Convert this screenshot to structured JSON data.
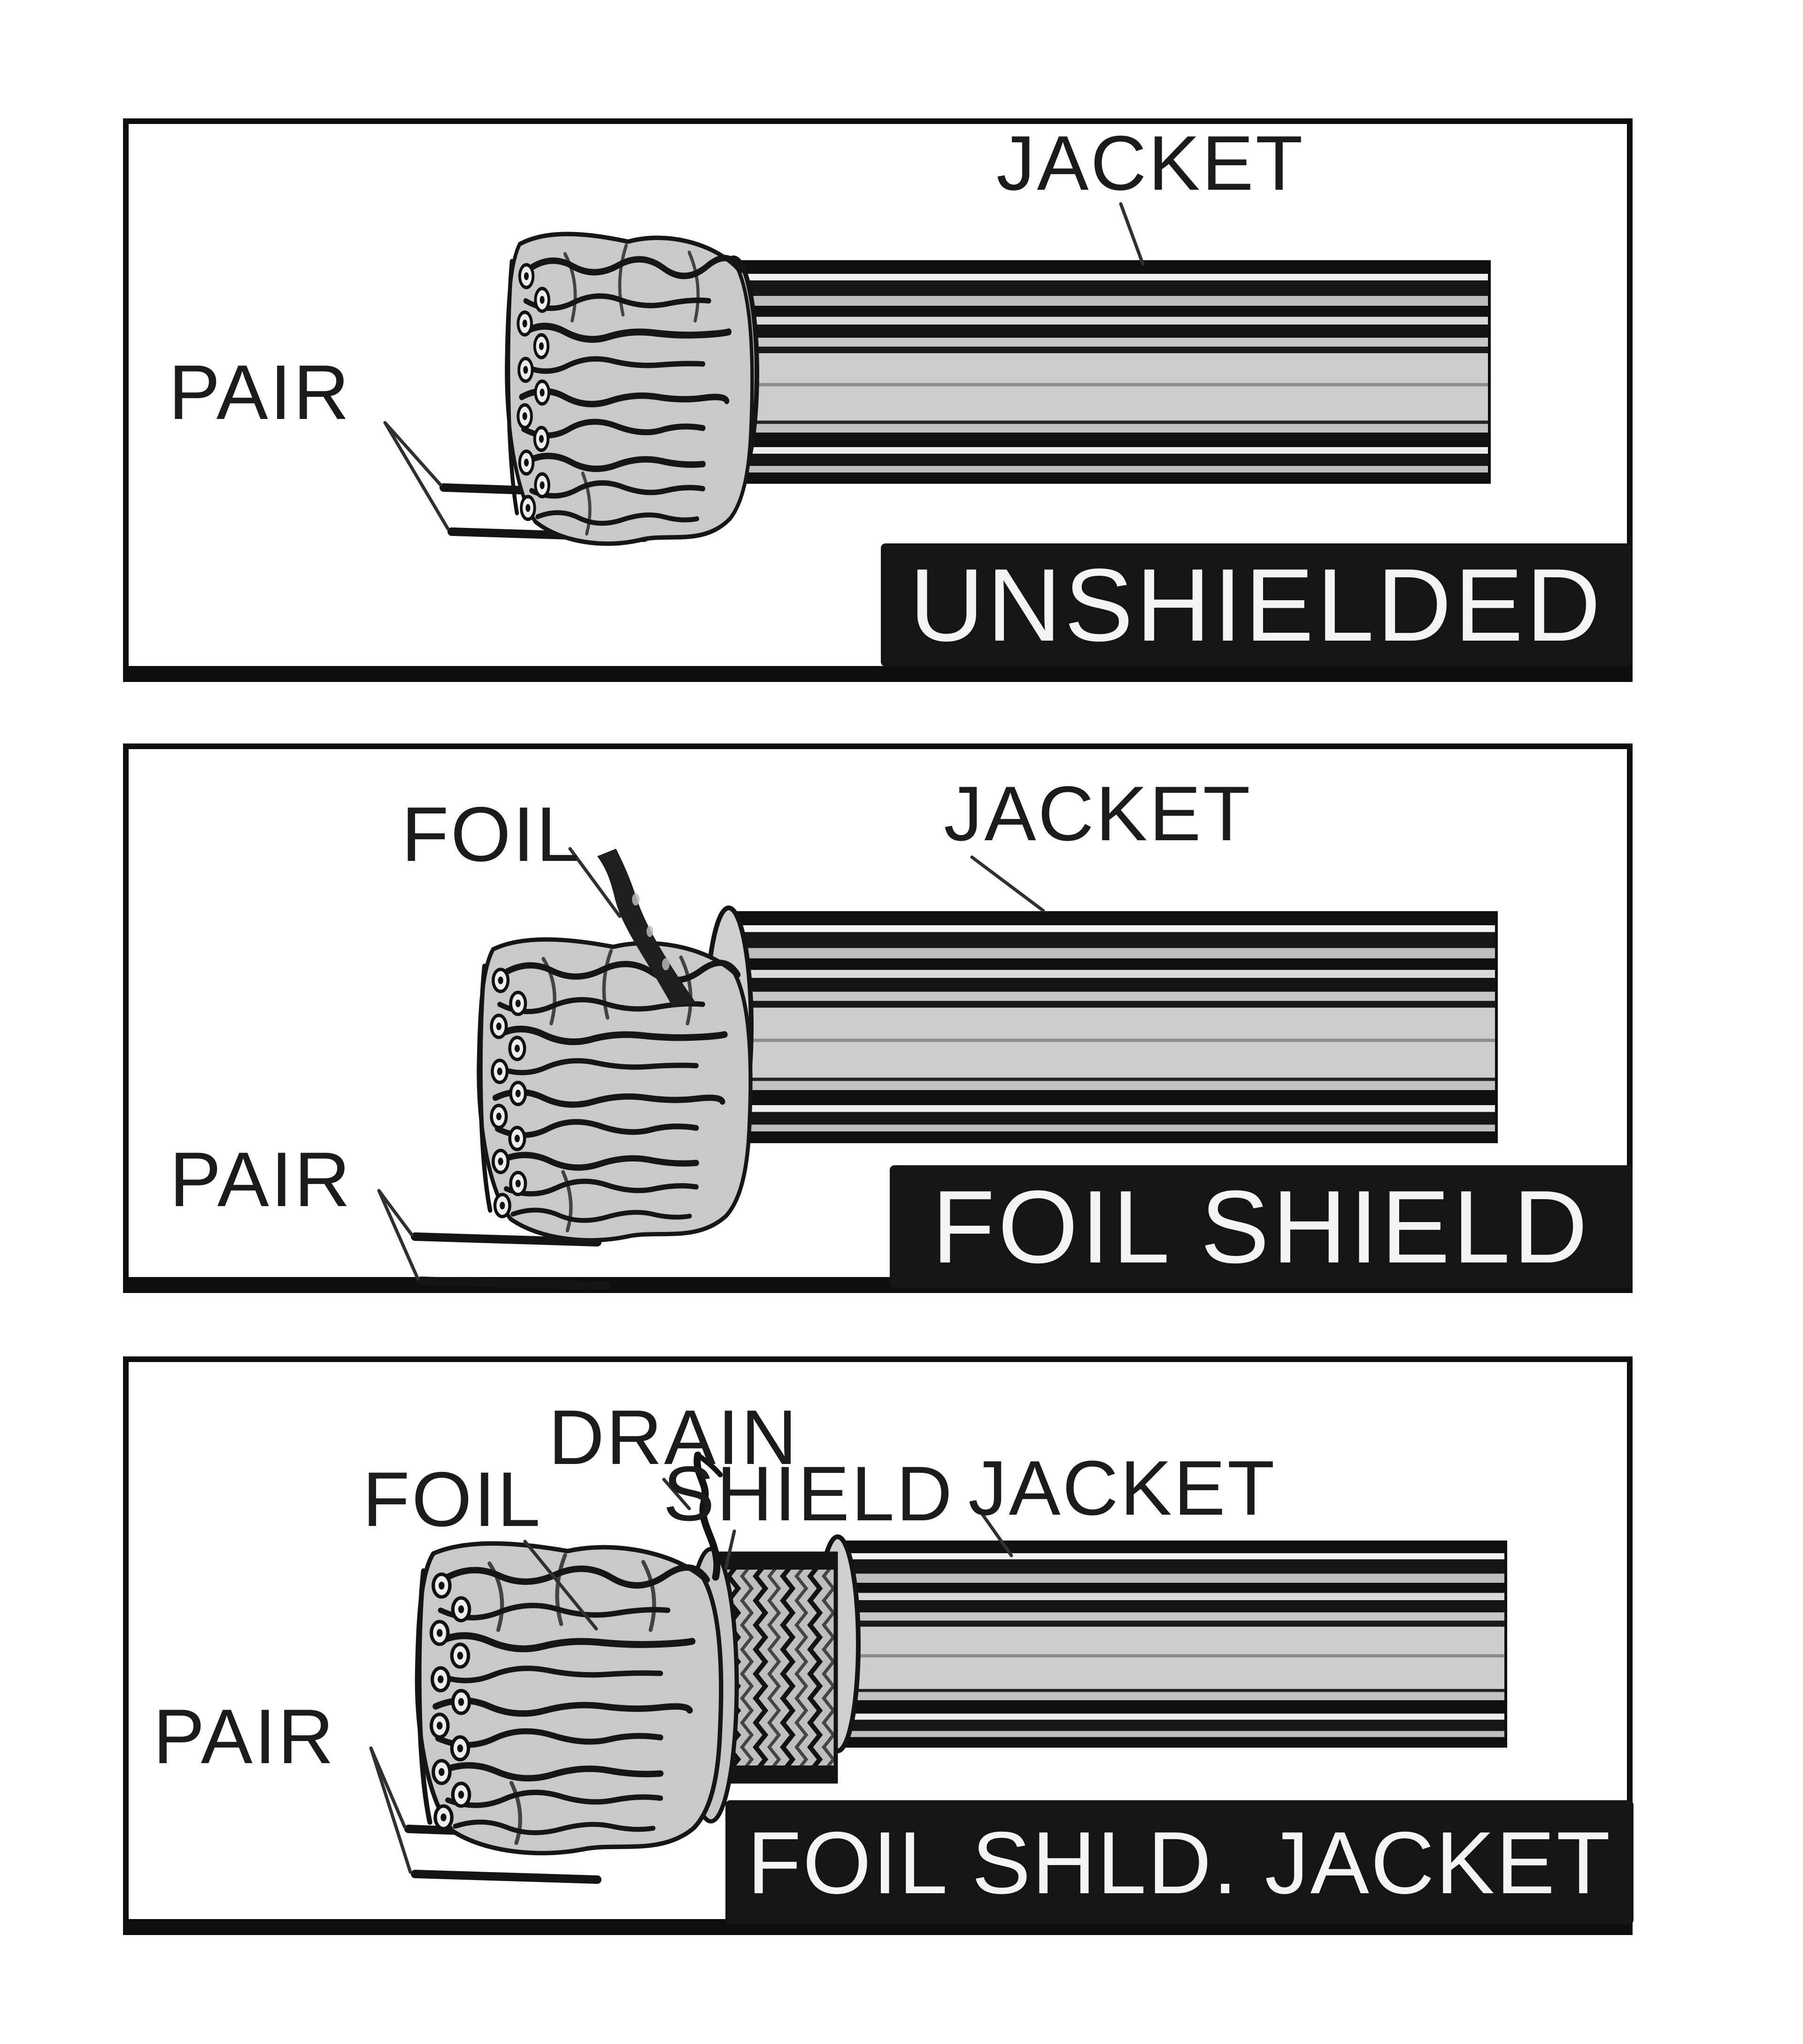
{
  "figure": {
    "panels": [
      {
        "name": "unshielded",
        "badge": "UNSHIELDED",
        "labels": {
          "jacket": "JACKET",
          "pair": "PAIR"
        }
      },
      {
        "name": "foil-shield",
        "badge": "FOIL SHIELD",
        "labels": {
          "jacket": "JACKET",
          "foil": "FOIL",
          "pair": "PAIR"
        }
      },
      {
        "name": "foil-shld-jacket",
        "badge": "FOIL SHLD. JACKET",
        "labels": {
          "foil": "FOIL",
          "drain": "DRAIN",
          "shield": "SHIELD",
          "jacket": "JACKET",
          "pair": "PAIR"
        }
      }
    ],
    "colors": {
      "ink": "#161616",
      "jacket_gray": "#cdcdcd",
      "badge_bg": "#151515",
      "badge_text": "#f4f4f4",
      "background": "#ffffff"
    }
  }
}
